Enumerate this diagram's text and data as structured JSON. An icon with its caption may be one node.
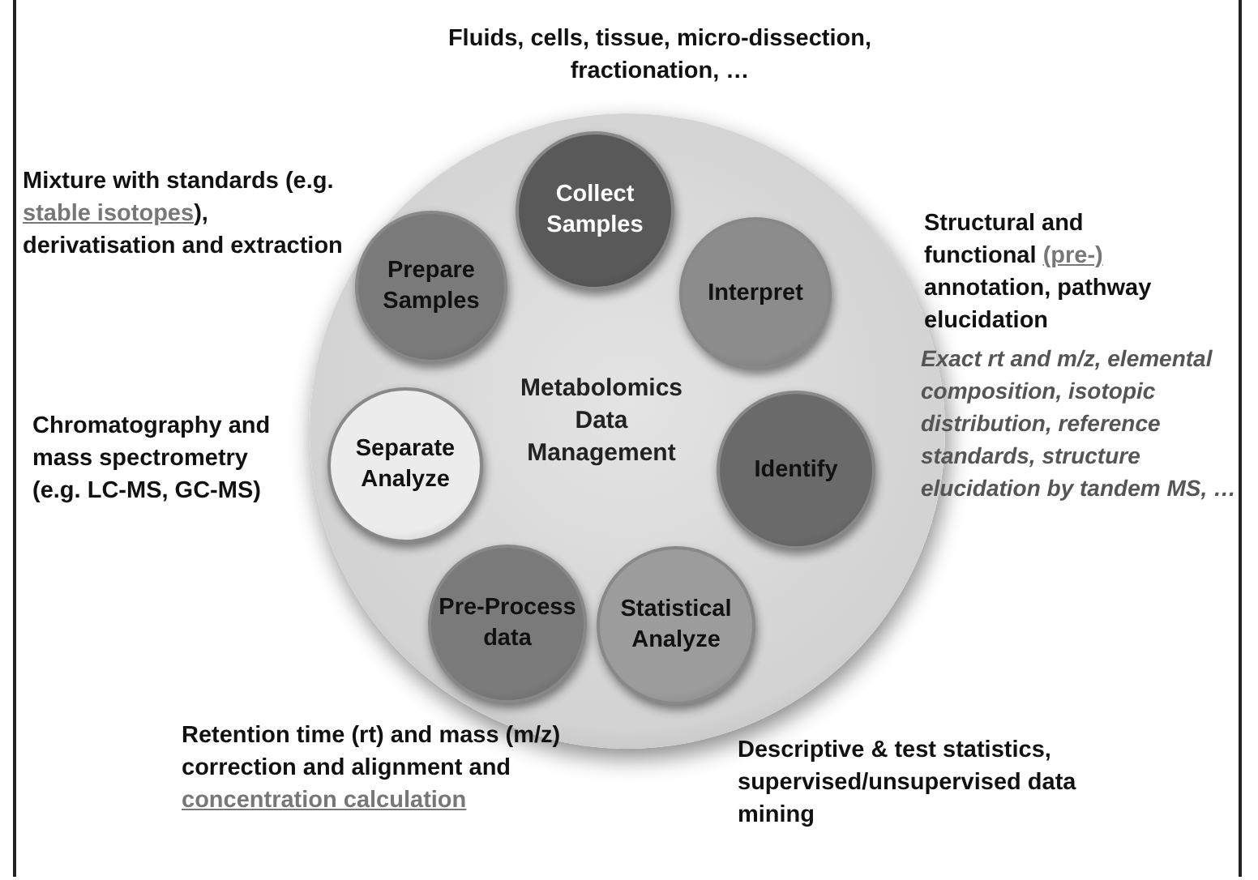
{
  "diagram": {
    "nodes": [
      {
        "text": [
          "Metabolomics Data Management"
        ]
      },
      {
        "text": [
          "Collect Samples"
        ],
        "in": 0
      },
      {
        "text": [
          "Prepare Samples"
        ],
        "in": 0
      },
      {
        "text": [
          "Interpret"
        ],
        "in": 0
      },
      {
        "text": [
          "Separate Analyze"
        ],
        "in": 0
      },
      {
        "text": [
          "Identify"
        ],
        "in": 0
      },
      {
        "text": [
          "Pre-Process data"
        ],
        "in": 0
      },
      {
        "text": [
          "Statistical Analyze"
        ],
        "in": 0
      }
    ],
    "edges": [],
    "labels": [
      "Fluids, cells, tissue, micro-dissection, fractionation, …",
      "Mixture with standards (e.g. *stable isotopes*), derivatisation and extraction",
      "Structural and functional *(pre-)* annotation, pathway elucidation",
      "Exact rt and m/z, elemental composition, isotopic distribution, reference standards, structure elucidation by tandem MS, …",
      "Chromatography and mass spectrometry (e.g. LC-MS, GC-MS)",
      "Retention time (rt) and mass (m/z) correction and alignment and *concentration calculation*",
      "Descriptive & test statistics, supervised/unsupervised data mining"
    ]
  }
}
